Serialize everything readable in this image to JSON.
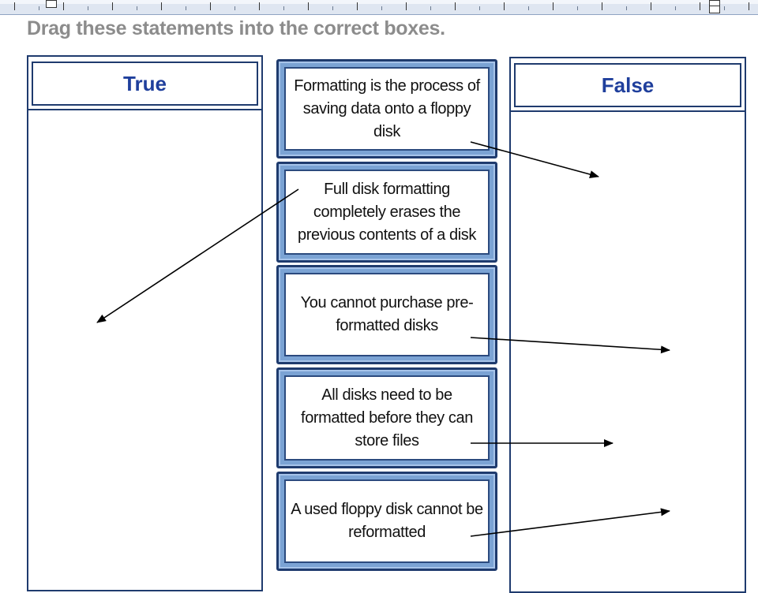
{
  "instruction": "Drag these statements into the correct boxes.",
  "panels": {
    "true_label": "True",
    "false_label": "False"
  },
  "statements": [
    {
      "text": "Formatting is the process of saving data onto a floppy disk",
      "arrow_to": "False"
    },
    {
      "text": "Full disk formatting completely erases the previous contents of a disk",
      "arrow_to": "True"
    },
    {
      "text": "You cannot purchase pre-formatted disks",
      "arrow_to": "False"
    },
    {
      "text": "All disks need to be formatted before they can store files",
      "arrow_to": "False"
    },
    {
      "text": "A used floppy disk cannot be reformatted",
      "arrow_to": "False"
    }
  ],
  "colors": {
    "frame": "#1f3b6e",
    "heading_text": "#1f3f9c",
    "card_bevel": "#7ba3d4",
    "instruction_text": "#8c8c8c"
  }
}
